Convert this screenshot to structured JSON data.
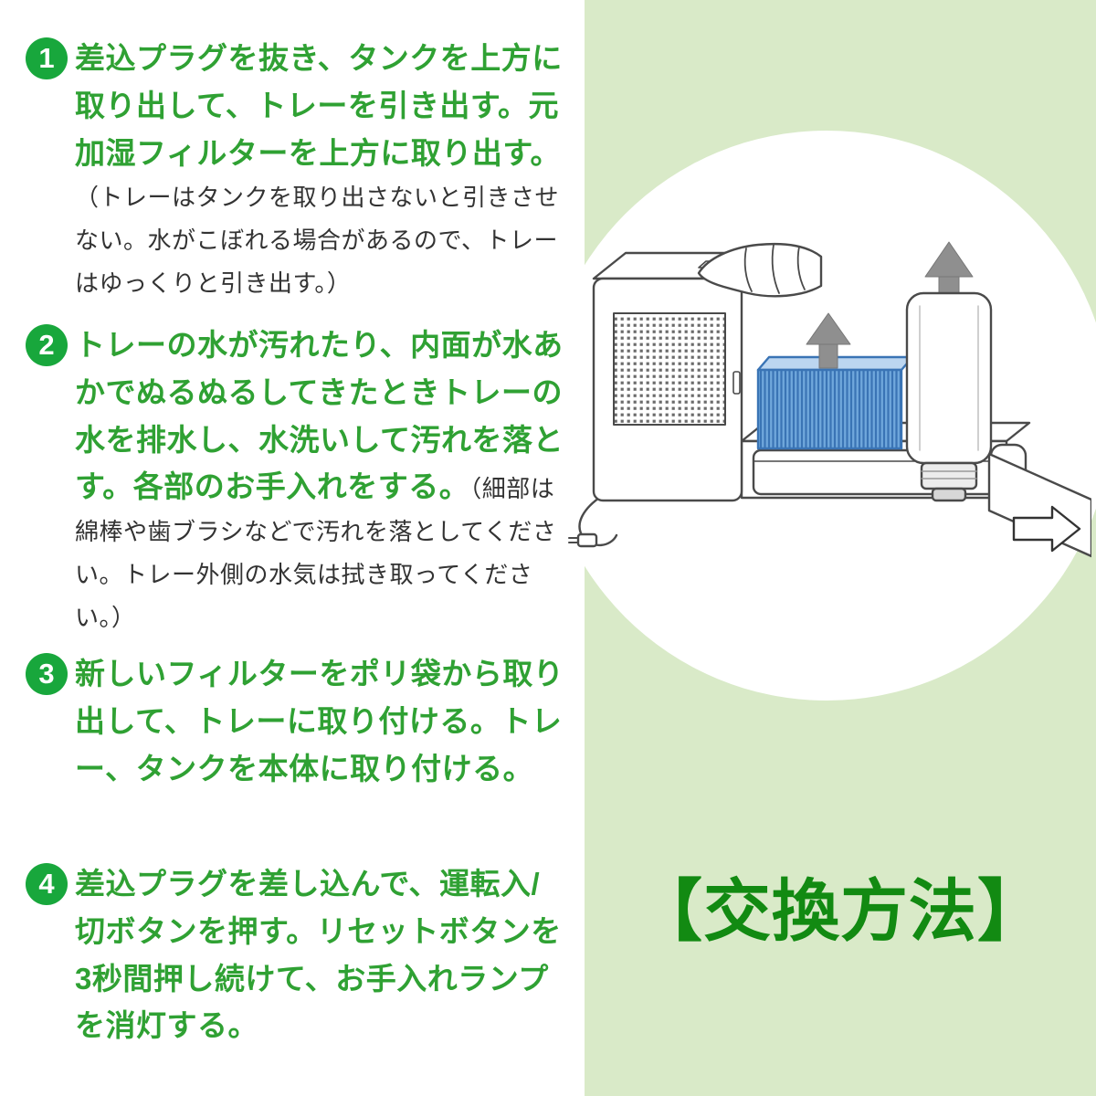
{
  "colors": {
    "panel_bg": "#d9eac8",
    "step_text_green": "#2fa133",
    "badge_green": "#18a73c",
    "title_green": "#128a12",
    "note_text": "#333333",
    "filter_blue": "#70a8dc",
    "filter_blue_dark": "#3a74b5",
    "arrow_gray": "#8f8f8f"
  },
  "steps": [
    {
      "number": "1",
      "text": "差込プラグを抜き、タンクを上方に取り出して、トレーを引き出す。元加湿フィルターを上方に取り出す。",
      "note": "（トレーはタンクを取り出さないと引きさせない。水がこぼれる場合があるので、トレーはゆっくりと引き出す。）"
    },
    {
      "number": "2",
      "text": "トレーの水が汚れたり、内面が水あかでぬるぬるしてきたときトレーの水を排水し、水洗いして汚れを落とす。各部のお手入れをする。",
      "note": "（細部は綿棒や歯ブラシなどで汚れを落としてください。トレー外側の水気は拭き取ってください。）"
    },
    {
      "number": "3",
      "text": "新しいフィルターをポリ袋から取り出して、トレーに取り付ける。トレー、タンクを本体に取り付ける。",
      "note": ""
    },
    {
      "number": "4",
      "text": "差込プラグを差し込んで、運転入/切ボタンを押す。リセットボタンを3秒間押し続けて、お手入れランプを消灯する。",
      "note": ""
    }
  ],
  "panel": {
    "title": "【交換方法】"
  },
  "illustration": {
    "parts": [
      "hand",
      "water-tank",
      "humidifier-filter",
      "humidifier-body",
      "mesh-panel",
      "tray",
      "power-cord",
      "tank-up-arrow",
      "filter-up-arrow",
      "pull-right-arrow"
    ]
  }
}
